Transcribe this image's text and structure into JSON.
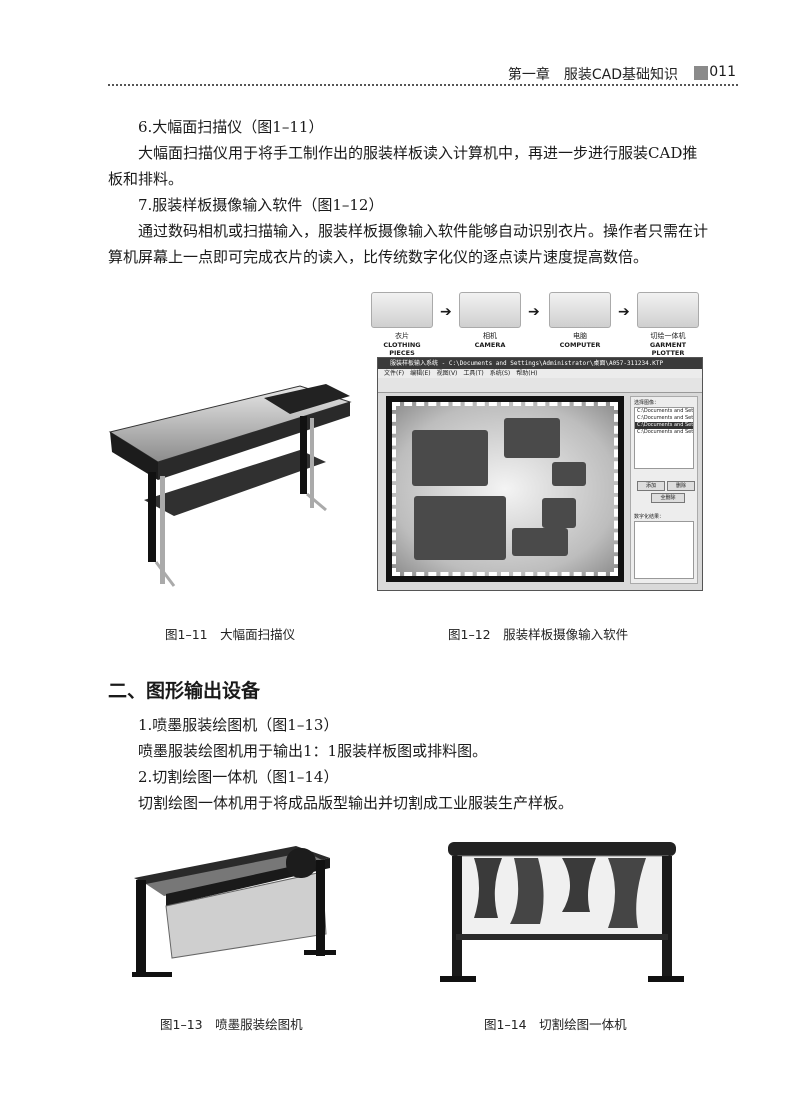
{
  "header": {
    "chapter": "第一章　服装CAD基础知识",
    "page_number": "011"
  },
  "section6": {
    "title": "6.大幅面扫描仪（图1–11）",
    "body": "大幅面扫描仪用于将手工制作出的服装样板读入计算机中，再进一步进行服装CAD推板和排料。"
  },
  "section7": {
    "title": "7.服装样板摄像输入软件（图1–12）",
    "body": "通过数码相机或扫描输入，服装样板摄像输入软件能够自动识别衣片。操作者只需在计算机屏幕上一点即可完成衣片的读入，比传统数字化仪的逐点读片速度提高数倍。"
  },
  "fig11": {
    "caption": "图1–11　大幅面扫描仪"
  },
  "fig12": {
    "caption": "图1–12　服装样板摄像输入软件",
    "flow": [
      {
        "zh": "衣片",
        "en": "CLOTHING PIECES"
      },
      {
        "zh": "相机",
        "en": "CAMERA"
      },
      {
        "zh": "电脑",
        "en": "COMPUTER"
      },
      {
        "zh": "切绘一体机",
        "en": "GARMENT PLOTTER"
      }
    ],
    "window_title": "服装样板输入系统 - C:\\Documents and Settings\\Administrator\\桌面\\A057-311234.KTP",
    "menu": "文件(F)　编辑(E)　视图(V)　工具(T)　系统(S)　帮助(H)",
    "list_label": "选择图像：",
    "list_items": [
      "C:\\Documents and Setti",
      "C:\\Documents and Setti",
      "C:\\Documents and Setti",
      "C:\\Documents and Setti"
    ],
    "add_button": "添加",
    "delete_button": "删除",
    "delete_all_button": "全删除",
    "thumbs_label": "数字化结果："
  },
  "section_output": {
    "title": "二、图形输出设备"
  },
  "section1": {
    "title": "1.喷墨服装绘图机（图1–13）",
    "body": "喷墨服装绘图机用于输出1：1服装样板图或排料图。"
  },
  "section2": {
    "title": "2.切割绘图一体机（图1–14）",
    "body": "切割绘图一体机用于将成品版型输出并切割成工业服装生产样板。"
  },
  "fig13": {
    "caption": "图1–13　喷墨服装绘图机"
  },
  "fig14": {
    "caption": "图1–14　切割绘图一体机"
  }
}
